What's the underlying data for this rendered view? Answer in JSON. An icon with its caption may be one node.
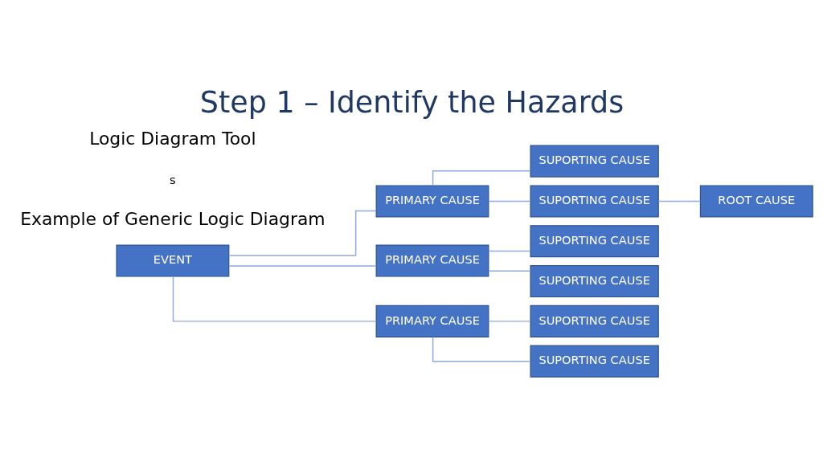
{
  "diagram": {
    "title": "Step 1 – Identify the Hazards",
    "nodes": [
      {
        "text": [
          "EVENT"
        ]
      },
      {
        "text": [
          "PRIMARY CAUSE"
        ]
      },
      {
        "text": [
          "SUPORTING CAUSE"
        ]
      },
      {
        "text": [
          "SUPORTING CAUSE"
        ]
      },
      {
        "text": [
          "ROOT CAUSE"
        ]
      },
      {
        "text": [
          "PRIMARY CAUSE"
        ]
      },
      {
        "text": [
          "SUPORTING CAUSE"
        ]
      },
      {
        "text": [
          "SUPORTING CAUSE"
        ]
      },
      {
        "text": [
          "PRIMARY CAUSE"
        ]
      },
      {
        "text": [
          "SUPORTING CAUSE"
        ]
      },
      {
        "text": [
          "SUPORTING CAUSE"
        ]
      }
    ],
    "edges": [
      {
        "from": 0,
        "to": 1,
        "arrow": "none"
      },
      {
        "from": 1,
        "to": 2,
        "arrow": "none"
      },
      {
        "from": 1,
        "to": 3,
        "arrow": "none"
      },
      {
        "from": 3,
        "to": 4,
        "arrow": "none"
      },
      {
        "from": 0,
        "to": 5,
        "arrow": "none"
      },
      {
        "from": 5,
        "to": 6,
        "arrow": "none"
      },
      {
        "from": 5,
        "to": 7,
        "arrow": "none"
      },
      {
        "from": 0,
        "to": 8,
        "arrow": "none"
      },
      {
        "from": 8,
        "to": 9,
        "arrow": "none"
      },
      {
        "from": 8,
        "to": 10,
        "arrow": "none"
      }
    ],
    "labels": [
      "Logic Diagram Tool",
      "s",
      "Example of Generic Logic Diagram"
    ]
  }
}
